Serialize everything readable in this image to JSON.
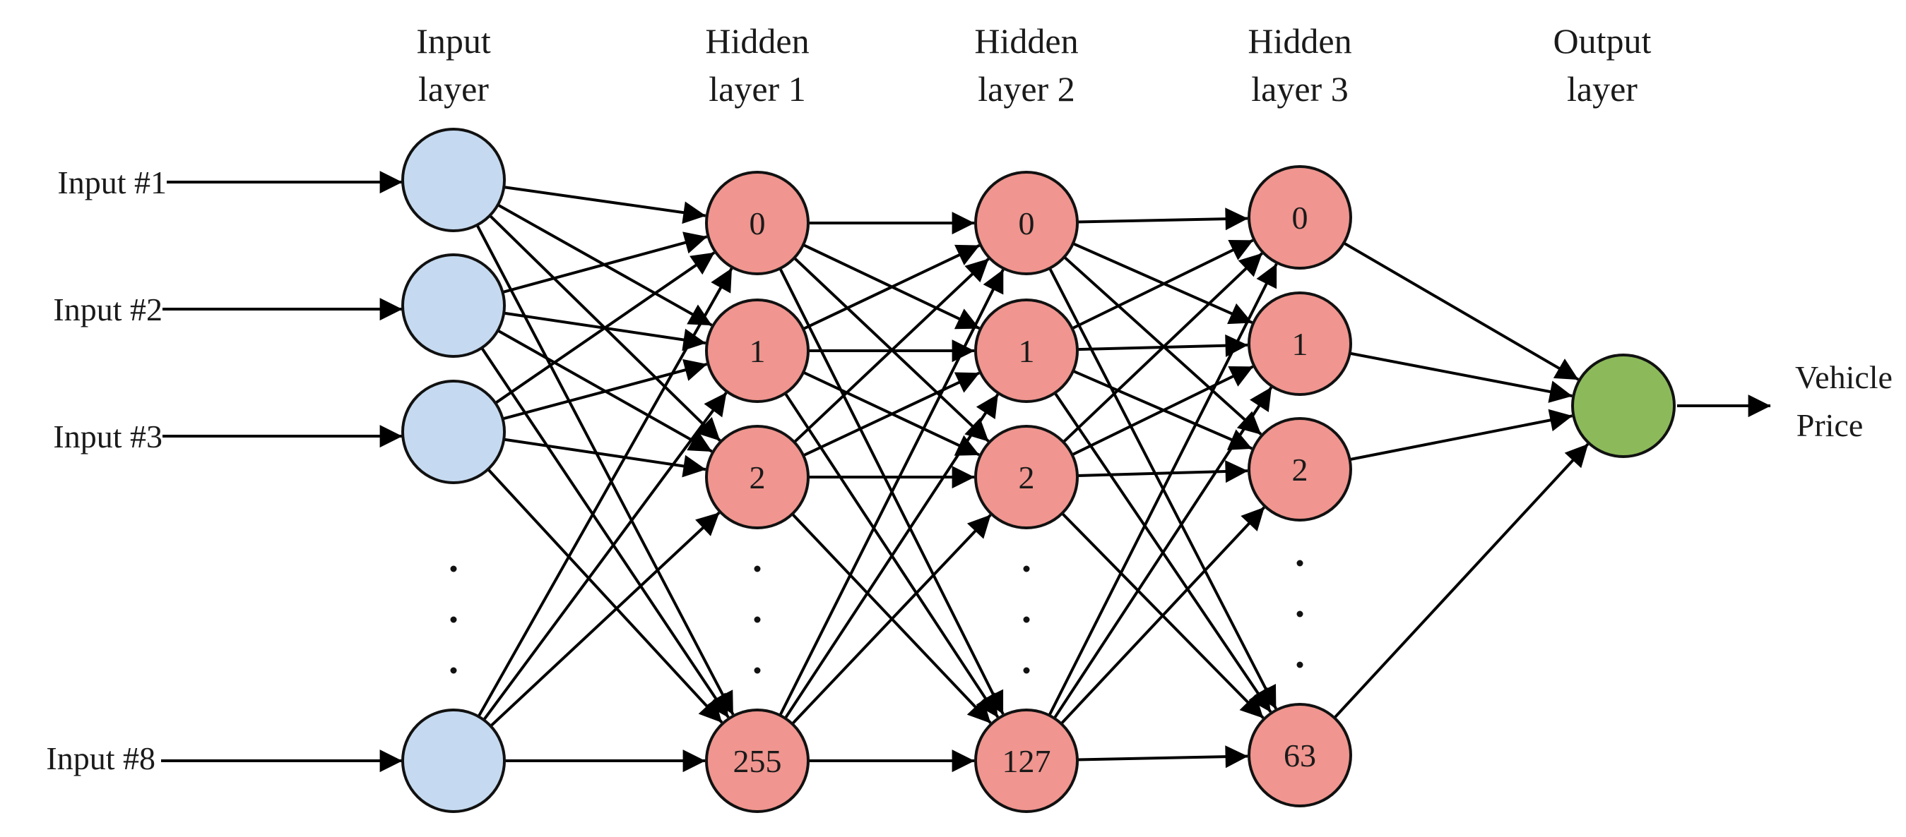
{
  "layers": [
    {
      "key": "input",
      "title_lines": [
        "Input",
        "layer"
      ],
      "color": "#c5daf0",
      "nodes": [
        {
          "label": ""
        },
        {
          "label": ""
        },
        {
          "label": ""
        },
        {
          "label": ""
        }
      ]
    },
    {
      "key": "hidden1",
      "title_lines": [
        "Hidden",
        "layer 1"
      ],
      "color": "#f0958f",
      "nodes": [
        {
          "label": "0"
        },
        {
          "label": "1"
        },
        {
          "label": "2"
        },
        {
          "label": "255"
        }
      ]
    },
    {
      "key": "hidden2",
      "title_lines": [
        "Hidden",
        "layer 2"
      ],
      "color": "#f0958f",
      "nodes": [
        {
          "label": "0"
        },
        {
          "label": "1"
        },
        {
          "label": "2"
        },
        {
          "label": "127"
        }
      ]
    },
    {
      "key": "hidden3",
      "title_lines": [
        "Hidden",
        "layer 3"
      ],
      "color": "#f0958f",
      "nodes": [
        {
          "label": "0"
        },
        {
          "label": "1"
        },
        {
          "label": "2"
        },
        {
          "label": "63"
        }
      ]
    },
    {
      "key": "output",
      "title_lines": [
        "Output",
        "layer"
      ],
      "color": "#8cba5a",
      "nodes": [
        {
          "label": ""
        }
      ]
    }
  ],
  "inputs": [
    "Input #1",
    "Input #2",
    "Input #3",
    "Input #8"
  ],
  "output_label_lines": [
    "Vehicle",
    "Price"
  ],
  "edge_color": "#000000"
}
